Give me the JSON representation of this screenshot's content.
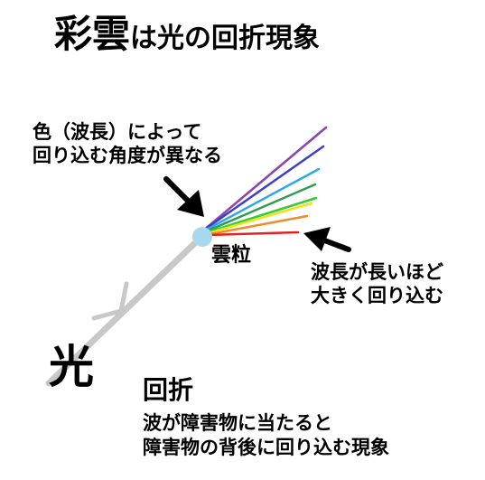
{
  "title": {
    "char1": "彩",
    "char2": "雲",
    "rest": "は光の回折現象"
  },
  "annotations": {
    "color_angle": [
      "色（波長）によって",
      "回り込む角度が異なる"
    ],
    "droplet": "雲粒",
    "longer_wavelength": [
      "波長が長いほど",
      "大きく回り込む"
    ]
  },
  "light_label": "光",
  "definition": {
    "title": "回折",
    "text": [
      "波が障害物に当たると",
      "障害物の背後に回り込む現象"
    ]
  },
  "colors": {
    "light_beam": "#c8c8c8",
    "droplet": "#a8d8ee",
    "arrow": "#000000",
    "rays": [
      "#8e44ad",
      "#3d3dcc",
      "#29a9e6",
      "#2e9e4e",
      "#33cc33",
      "#f2e21a",
      "#f08c2a",
      "#e62020"
    ]
  }
}
